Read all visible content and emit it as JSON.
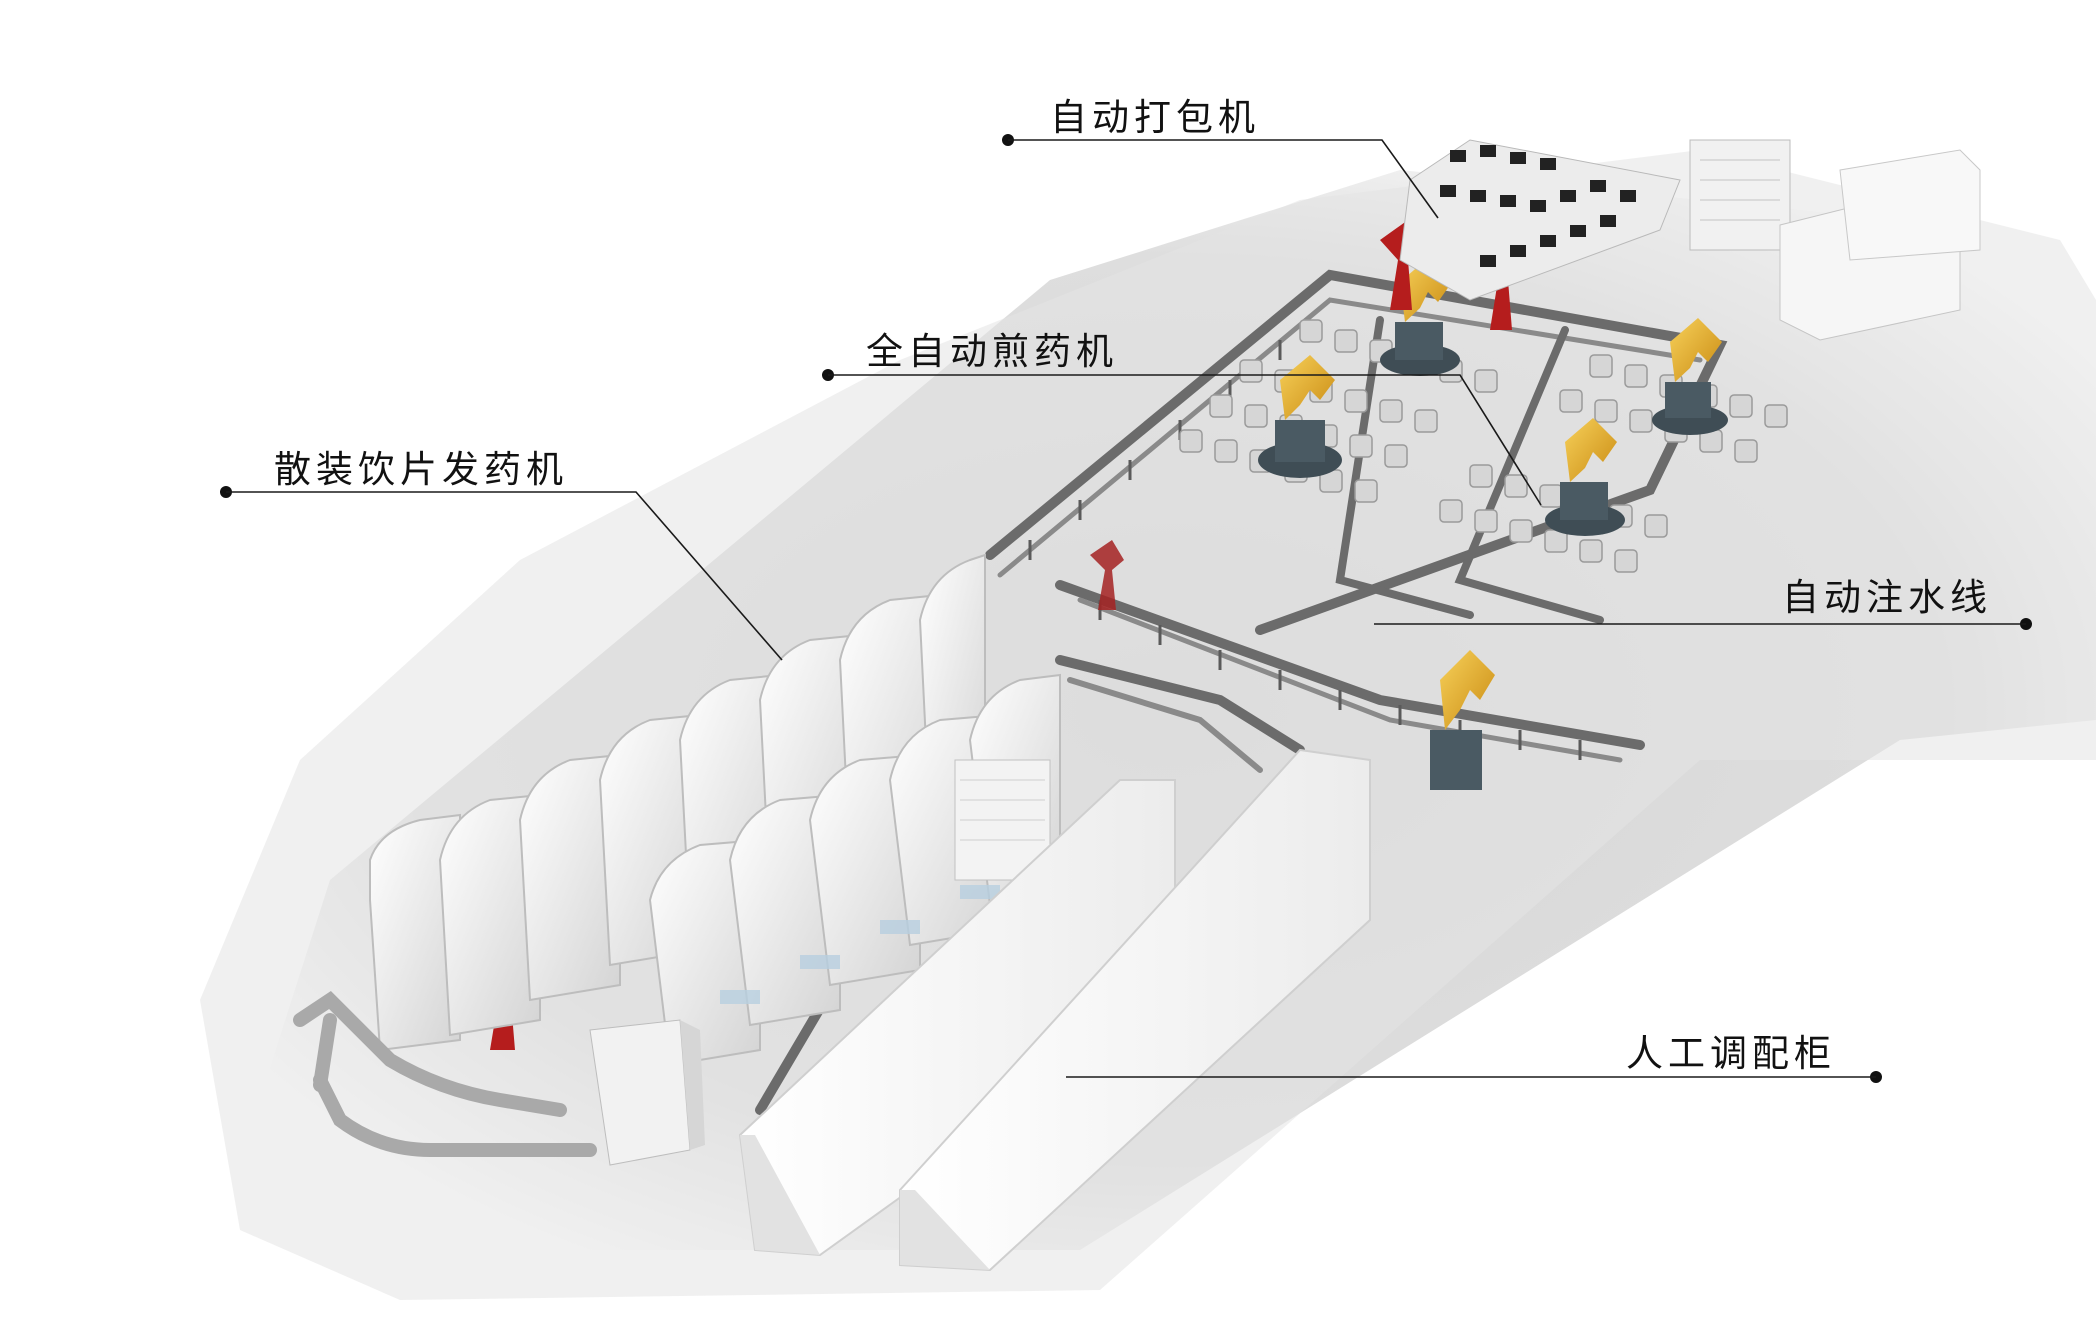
{
  "labels": {
    "packing": "自动打包机",
    "decocting": "全自动煎药机",
    "dispensing": "散装饮片发药机",
    "water_line": "自动注水线",
    "manual_cabinet": "人工调配柜"
  },
  "colors": {
    "background": "#ffffff",
    "floor": "#d9d9d9",
    "machine_white": "#f1f1f1",
    "machine_shade": "#c9c9c9",
    "conveyor": "#6b6b6b",
    "robot_gold": "#e8b42a",
    "robot_base": "#3f4d55",
    "robot_red": "#b51d1d",
    "pipe": "#a9a9a9",
    "leader_line": "#1a1a1a"
  }
}
